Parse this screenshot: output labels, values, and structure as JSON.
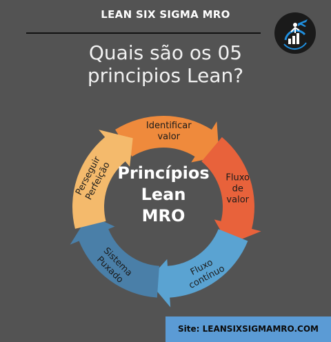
{
  "header": {
    "brand": "LEAN SIX SIGMA MRO",
    "question_line1": "Quais são os 05",
    "question_line2": "principios Lean?"
  },
  "logo": {
    "icon": "airplane-growth-icon",
    "color": "#1f8fe0"
  },
  "cycle": {
    "center_lines": [
      "Princípios",
      "Lean",
      "MRO"
    ],
    "steps": [
      {
        "lines": [
          "Identificar",
          "valor"
        ],
        "color": "#ef8a3c"
      },
      {
        "lines": [
          "Fluxo",
          "de",
          "valor"
        ],
        "color": "#e8623b"
      },
      {
        "lines": [
          "Fluxo",
          "contínuo"
        ],
        "color": "#5aa3d2"
      },
      {
        "lines": [
          "Sistema",
          "Puxado"
        ],
        "color": "#4a7fa8"
      },
      {
        "lines": [
          "Perseguir",
          "Perfeição"
        ],
        "color": "#f4ba6c"
      }
    ]
  },
  "footer": {
    "text": "Site: LEANSIXSIGMAMRO.COM",
    "color": "#5b9bd5"
  }
}
